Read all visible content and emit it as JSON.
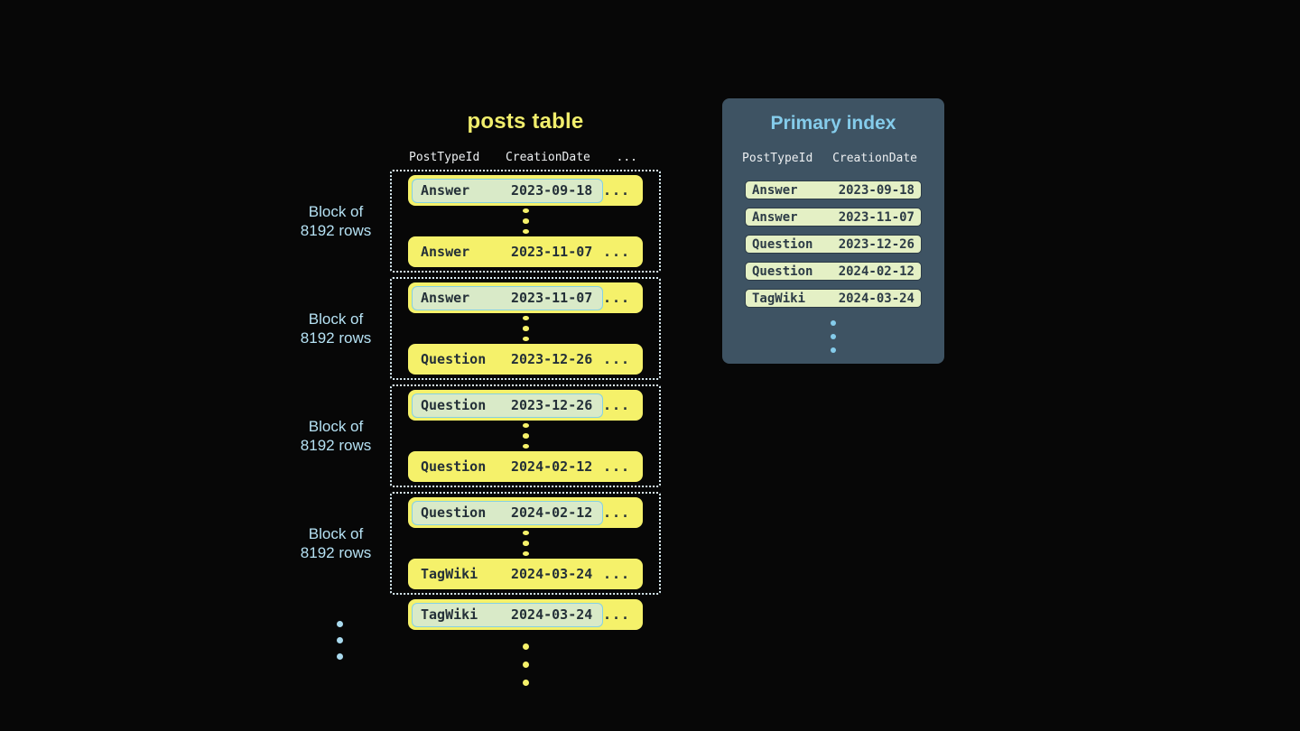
{
  "posts_table": {
    "title": "posts table",
    "header": {
      "col1": "PostTypeId",
      "col2": "CreationDate",
      "col3": "..."
    },
    "block_label": {
      "line1": "Block of",
      "line2": "8192 rows"
    },
    "row_ellipsis": "...",
    "blocks": [
      {
        "first": {
          "type": "Answer",
          "date": "2023-09-18"
        },
        "last": {
          "type": "Answer",
          "date": "2023-11-07"
        }
      },
      {
        "first": {
          "type": "Answer",
          "date": "2023-11-07"
        },
        "last": {
          "type": "Question",
          "date": "2023-12-26"
        }
      },
      {
        "first": {
          "type": "Question",
          "date": "2023-12-26"
        },
        "last": {
          "type": "Question",
          "date": "2024-02-12"
        }
      },
      {
        "first": {
          "type": "Question",
          "date": "2024-02-12"
        },
        "last": {
          "type": "TagWiki",
          "date": "2024-03-24"
        }
      }
    ],
    "tail_row": {
      "type": "TagWiki",
      "date": "2024-03-24"
    }
  },
  "primary_index": {
    "title": "Primary index",
    "header": {
      "col1": "PostTypeId",
      "col2": "CreationDate"
    },
    "rows": [
      {
        "type": "Answer",
        "date": "2023-09-18"
      },
      {
        "type": "Answer",
        "date": "2023-11-07"
      },
      {
        "type": "Question",
        "date": "2023-12-26"
      },
      {
        "type": "Question",
        "date": "2024-02-12"
      },
      {
        "type": "TagWiki",
        "date": "2024-03-24"
      }
    ]
  },
  "colors": {
    "background": "#070707",
    "row_yellow": "#f5f16a",
    "row_text": "#243038",
    "highlight_bg": "#d9eac8",
    "highlight_border": "#85d1e2",
    "block_dotted_border": "#dceff6",
    "block_label_blue": "#b5e1f3",
    "panel_bg": "#3e5363",
    "panel_title_blue": "#85cceb",
    "header_text": "#eceff1",
    "index_pill_bg": "#e4f0c5",
    "index_pill_border": "#2c3b46",
    "blue_dot": "#a9daee"
  }
}
